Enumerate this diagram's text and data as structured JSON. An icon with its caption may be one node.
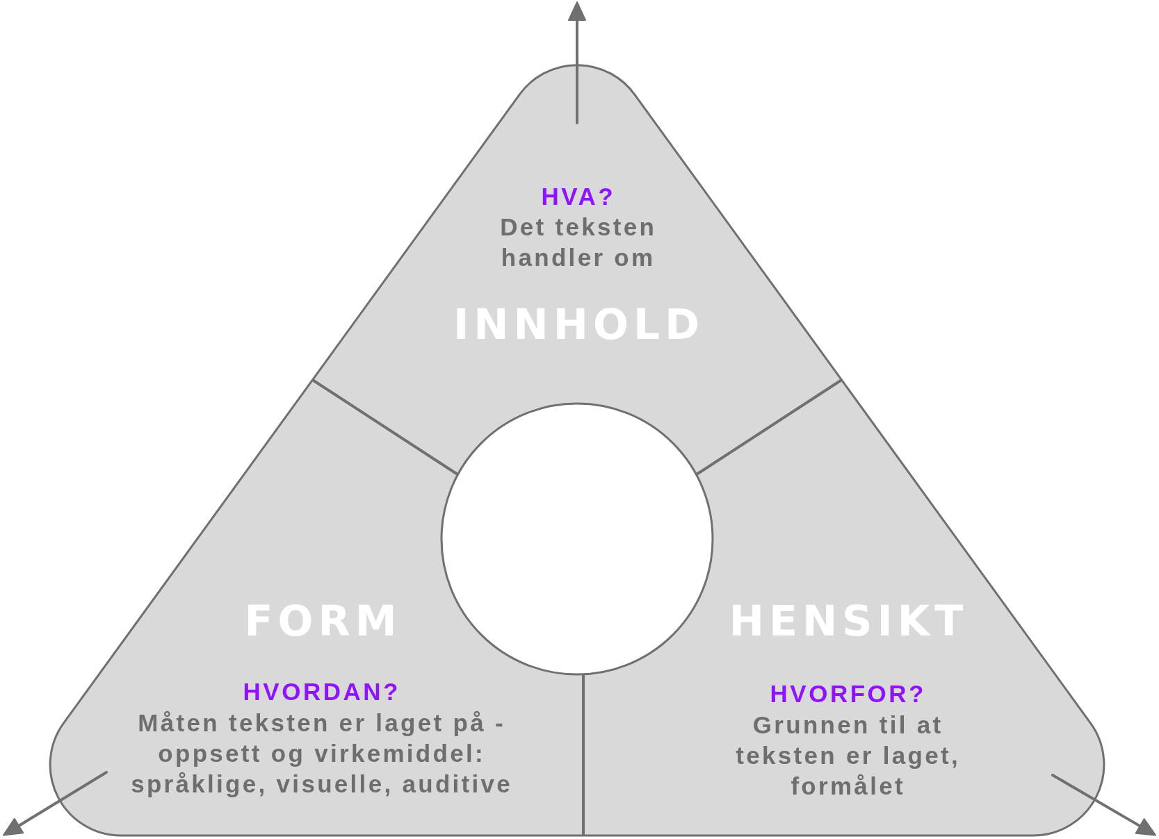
{
  "diagram": {
    "nodes": [
      {
        "text": [],
        "shape": "triangle"
      },
      {
        "text": [
          "HVA?",
          "Det teksten handler om",
          "INNHOLD"
        ],
        "in": 0
      },
      {
        "text": [
          "FORM",
          "HVORDAN?",
          "Måten teksten er laget på - oppsett og virkemiddel: språklige, visuelle, auditive"
        ],
        "in": 0
      },
      {
        "text": [
          "HENSIKT",
          "HVORFOR?",
          "Grunnen til at teksten er laget, formålet"
        ],
        "in": 0
      },
      {
        "text": [],
        "shape": "circle",
        "in": 0
      }
    ]
  }
}
